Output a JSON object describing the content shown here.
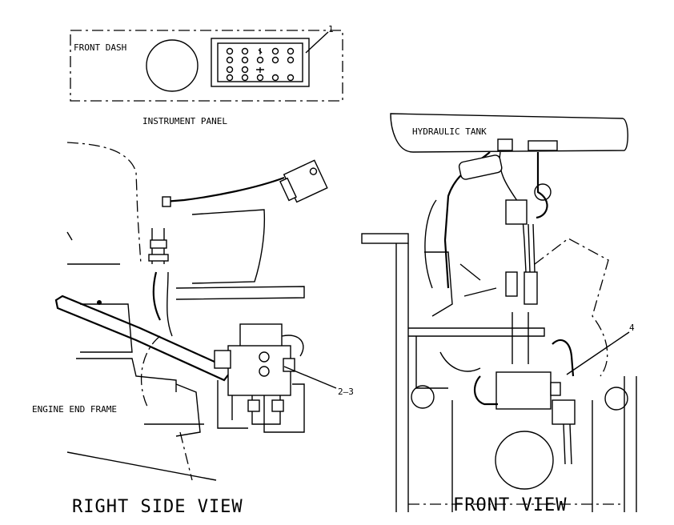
{
  "instrument_panel": {
    "front_dash_label": "FRONT DASH",
    "caption": "INSTRUMENT PANEL",
    "callout": "1"
  },
  "right_side_view": {
    "label_engine_end_frame": "ENGINE END FRAME",
    "callout": "2–3",
    "title": "RIGHT SIDE VIEW"
  },
  "front_view": {
    "label_hydraulic_tank": "HYDRAULIC TANK",
    "callout": "4",
    "title": "FRONT VIEW"
  }
}
